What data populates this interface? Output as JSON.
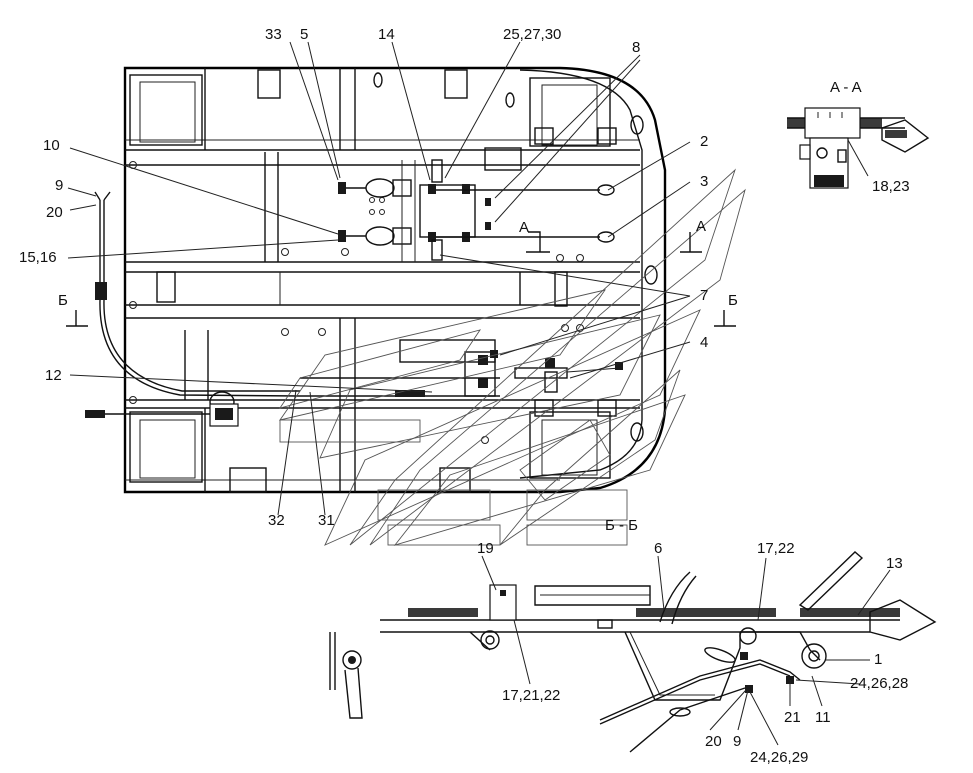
{
  "drawing": {
    "main_view": {
      "callouts": [
        "33",
        "5",
        "14",
        "25,27,30",
        "8",
        "10",
        "9",
        "20",
        "15,16",
        "2",
        "3",
        "7",
        "4",
        "12",
        "32",
        "31"
      ],
      "section_marks": {
        "aa_left": "A",
        "aa_right": "A",
        "bb_left": "Б",
        "bb_right": "Б"
      }
    },
    "section_aa": {
      "title": "A - A",
      "callouts": [
        "18,23"
      ]
    },
    "section_bb": {
      "title": "Б - Б",
      "callouts": [
        "19",
        "6",
        "17,22",
        "13",
        "1",
        "24,26,28",
        "11",
        "21",
        "9",
        "20",
        "24,26,29",
        "17,21,22"
      ]
    }
  },
  "colors": {
    "line": "#111111",
    "background": "#ffffff",
    "hatch": "#3a3a3a"
  }
}
